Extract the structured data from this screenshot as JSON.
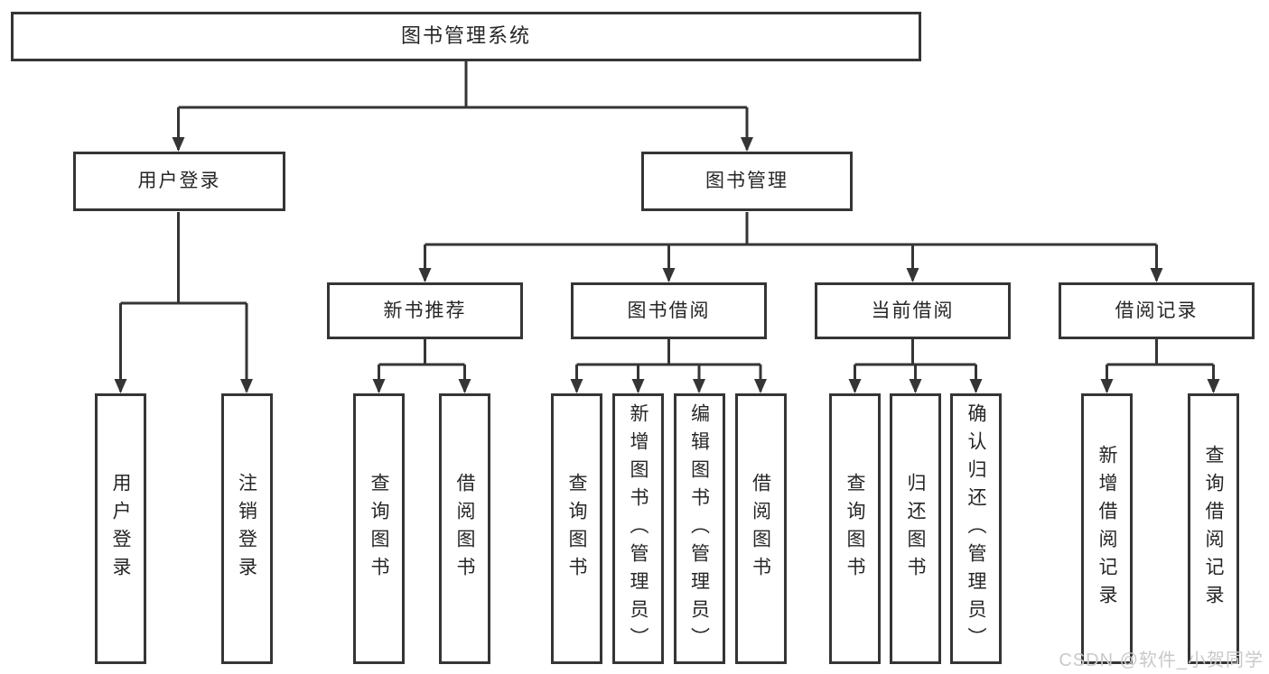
{
  "tree": {
    "label": "图书管理系统",
    "children": [
      {
        "label": "用户登录",
        "children": [
          {
            "label": "用户登录"
          },
          {
            "label": "注销登录"
          }
        ]
      },
      {
        "label": "图书管理",
        "children": [
          {
            "label": "新书推荐",
            "children": [
              {
                "label": "查询图书"
              },
              {
                "label": "借阅图书"
              }
            ]
          },
          {
            "label": "图书借阅",
            "children": [
              {
                "label": "查询图书"
              },
              {
                "label": "新增图书（管理员）"
              },
              {
                "label": "编辑图书（管理员）"
              },
              {
                "label": "借阅图书"
              }
            ]
          },
          {
            "label": "当前借阅",
            "children": [
              {
                "label": "查询图书"
              },
              {
                "label": "归还图书"
              },
              {
                "label": "确认归还（管理员）"
              }
            ]
          },
          {
            "label": "借阅记录",
            "children": [
              {
                "label": "新增借阅记录"
              },
              {
                "label": "查询借阅记录"
              }
            ]
          }
        ]
      }
    ]
  },
  "watermark": "CSDN @软件_小贺同学",
  "colors": {
    "line": "#353535",
    "text": "#262626",
    "box_bg": "#ffffff",
    "background": "#ffffff",
    "watermark": "#c9c9c9"
  }
}
